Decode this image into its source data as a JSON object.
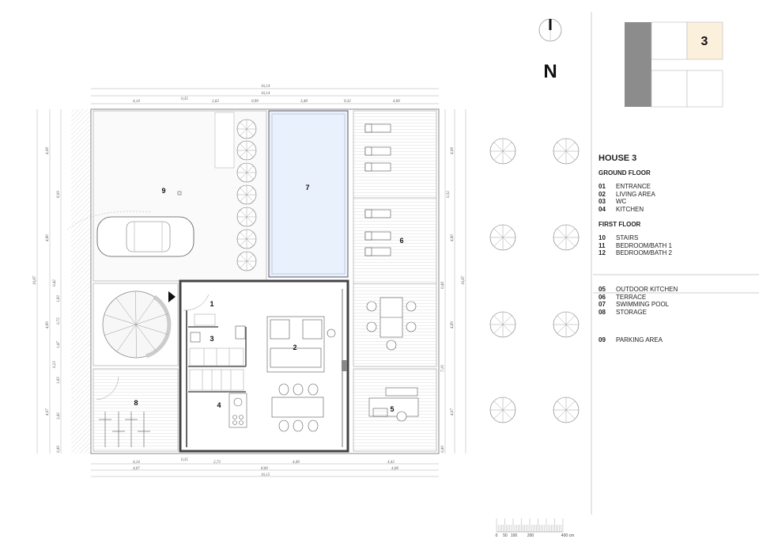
{
  "compass": {
    "label": "N"
  },
  "key_plan": {
    "highlighted_house": "3",
    "highlight_color": "#fbf0dc",
    "block_color": "#8c8c8c"
  },
  "legend": {
    "title": "HOUSE 3",
    "ground_floor": {
      "heading": "GROUND FLOOR",
      "items": [
        {
          "num": "01",
          "label": "ENTRANCE"
        },
        {
          "num": "02",
          "label": "LIVING AREA"
        },
        {
          "num": "03",
          "label": "WC"
        },
        {
          "num": "04",
          "label": "KITCHEN"
        }
      ]
    },
    "first_floor": {
      "heading": "FIRST FLOOR",
      "items": [
        {
          "num": "10",
          "label": "STAIRS"
        },
        {
          "num": "11",
          "label": "BEDROOM/BATH 1"
        },
        {
          "num": "12",
          "label": "BEDROOM/BATH 2"
        }
      ]
    },
    "outdoor": {
      "items": [
        {
          "num": "05",
          "label": "OUTDOOR KITCHEN"
        },
        {
          "num": "06",
          "label": "TERRACE"
        },
        {
          "num": "07",
          "label": "SWIMMING POOL"
        },
        {
          "num": "08",
          "label": "STORAGE"
        }
      ]
    },
    "parking": {
      "items": [
        {
          "num": "09",
          "label": "PARKING AREA"
        }
      ]
    }
  },
  "plan": {
    "rooms": {
      "r1": "1",
      "r2": "2",
      "r3": "3",
      "r4": "4",
      "r5": "5",
      "r6": "6",
      "r7": "7",
      "r8": "8",
      "r9": "9"
    },
    "pool_color": "#e9f1fc",
    "dims_top": {
      "total1": "16,14",
      "total2": "16,14",
      "a": "4,14",
      "b": "0,35",
      "c": "2,63",
      "d": "0,99",
      "e": "3,48",
      "f": "0,32",
      "g": "4,00"
    },
    "dims_bottom": {
      "a": "4,14",
      "b": "0,35",
      "c": "2,73",
      "d": "4,49",
      "e": "4,43",
      "f": "4,07",
      "g": "8,00",
      "h": "4,08",
      "total": "16,15"
    },
    "dims_left": {
      "total": "16,87",
      "a": "4,08",
      "b": "4,80",
      "c": "4,89",
      "d": "4,07",
      "e": "8,09",
      "f": "0,42",
      "g": "1,83",
      "h": "0,72",
      "i": "1,47",
      "j": "0,23",
      "k": "1,83",
      "l": "2,42",
      "m": "0,49"
    },
    "dims_right": {
      "total": "16,87",
      "a": "4,08",
      "b": "0,32",
      "c": "4,80",
      "d": "0,48",
      "e": "4,89",
      "f": "7,16",
      "g": "4,07",
      "h": "0,49"
    }
  },
  "scale_bar": {
    "ticks": [
      "0",
      "50",
      "100",
      "200",
      "400 cm"
    ]
  }
}
